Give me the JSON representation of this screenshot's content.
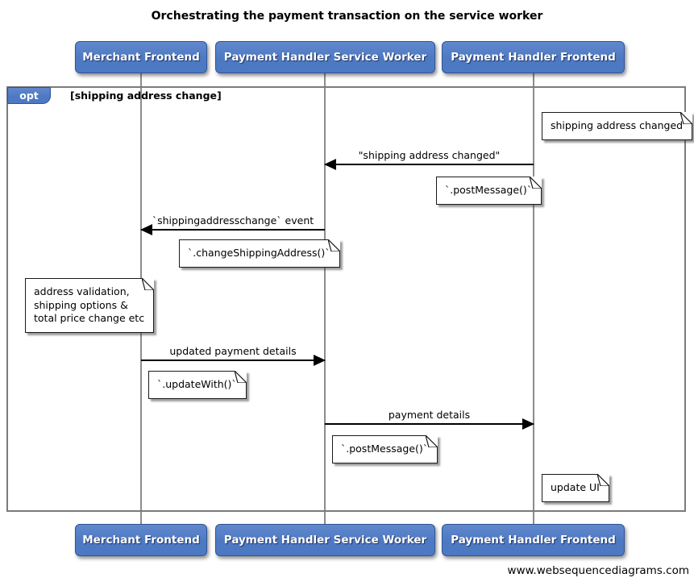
{
  "title": "Orchestrating the payment transaction on the service worker",
  "actors": [
    {
      "id": "merchant-frontend",
      "label": "Merchant Frontend"
    },
    {
      "id": "payment-handler-service-worker",
      "label": "Payment Handler Service Worker"
    },
    {
      "id": "payment-handler-frontend",
      "label": "Payment Handler Frontend"
    }
  ],
  "frame": {
    "operator": "opt",
    "guard": "[shipping address change]"
  },
  "messages": [
    {
      "label": "\"shipping address changed\"",
      "from": "Payment Handler Frontend",
      "to": "Payment Handler Service Worker",
      "direction": "left"
    },
    {
      "label": "`shippingaddresschange` event",
      "from": "Payment Handler Service Worker",
      "to": "Merchant Frontend",
      "direction": "left"
    },
    {
      "label": "updated payment details",
      "from": "Merchant Frontend",
      "to": "Payment Handler Service Worker",
      "direction": "right"
    },
    {
      "label": "payment details",
      "from": "Payment Handler Service Worker",
      "to": "Payment Handler Frontend",
      "direction": "right"
    }
  ],
  "notes": [
    {
      "text": "shipping address changed",
      "position": "right of Payment Handler Frontend"
    },
    {
      "text": "`.postMessage()`",
      "position": "left of Payment Handler Frontend"
    },
    {
      "text": "`.changeShippingAddress()`",
      "position": "left of Payment Handler Service Worker"
    },
    {
      "lines": [
        "address validation,",
        "shipping options &",
        "total price change etc"
      ],
      "position": "left of Merchant Frontend"
    },
    {
      "text": "`.updateWith()`",
      "position": "right of Merchant Frontend"
    },
    {
      "text": "`.postMessage()`",
      "position": "right of Payment Handler Service Worker"
    },
    {
      "text": "update UI",
      "position": "right of Payment Handler Frontend"
    }
  ],
  "footer": "www.websequencediagrams.com",
  "colors": {
    "actor_fill": "#4d79c3",
    "actor_fill_light": "#6288cc",
    "actor_border": "#2e5494",
    "actor_text": "#ffffff",
    "frame_border": "#7b7b7b",
    "lifeline": "#8c8c8c",
    "note_bg": "#ffffff",
    "note_border": "#1a1a1a",
    "text": "#000000"
  }
}
